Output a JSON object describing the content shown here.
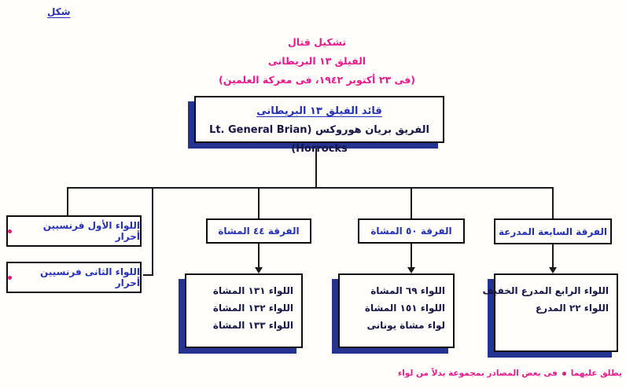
{
  "figure_label": "شكل",
  "title": {
    "line1": "تشكيل قتال",
    "line2": "الفيلق ١٣ البريطانى",
    "line3": "(فى ٢٣ أكتوبر ١٩٤٢، فى معركة العلمين)"
  },
  "commander_box": {
    "title": "قائد الفيلق ١٣ البريطانى",
    "name": "الفريق بريان هوروكس (Lt. General Brian Horrocks)"
  },
  "french_brigades": [
    {
      "label": "اللواء الأول فرنسيين أحرار"
    },
    {
      "label": "اللواء الثانى فرنسيين أحرار"
    }
  ],
  "divisions": [
    {
      "label": "الفرقة ٤٤ المشاة",
      "units": [
        "اللواء ١٣١ المشاة",
        "اللواء ١٣٢ المشاة",
        "اللواء ١٣٣ المشاة"
      ]
    },
    {
      "label": "الفرقة ٥٠ المشاة",
      "units": [
        "اللواء ٦٩ المشاة",
        "اللواء ١٥١ المشاة",
        "لواء مشاة يونانى"
      ]
    },
    {
      "label": "الفرقة السابعة المدرعة",
      "units": [
        "اللواء الرابع المدرع الخفيف",
        "اللواء ٢٢ المدرع"
      ]
    }
  ],
  "footnote": {
    "lead": "يطلق عليهما",
    "rest": "فى بعض المصادر بمجموعة بدلاً من لواء"
  },
  "colors": {
    "title_pink": "#ec188e",
    "label_blue": "#2430b8",
    "dark_navy_text": "#15154a",
    "shadow_navy": "#24338f",
    "line_black": "#1a1a1a",
    "marker_pink": "#e3197d"
  }
}
